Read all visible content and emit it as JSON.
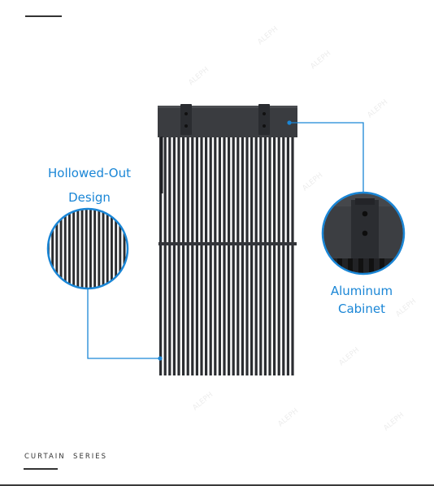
{
  "callouts": {
    "hollowed_line1": "Hollowed-Out",
    "hollowed_line2": "Design",
    "aluminum_line1": "Aluminum",
    "aluminum_line2": "Cabinet"
  },
  "footer": {
    "series_label": "CURTAIN  SERIES"
  },
  "colors": {
    "accent": "#1a86d6",
    "panel_dark": "#2b2d31",
    "cabinet_dark": "#3a3c40",
    "text_dark": "#333333",
    "watermark": "#e9e9e9"
  },
  "icons": {
    "product": "curtain-led-panel",
    "zoom_left": "hollowed-strips-zoom",
    "zoom_right": "aluminum-cabinet-zoom"
  }
}
